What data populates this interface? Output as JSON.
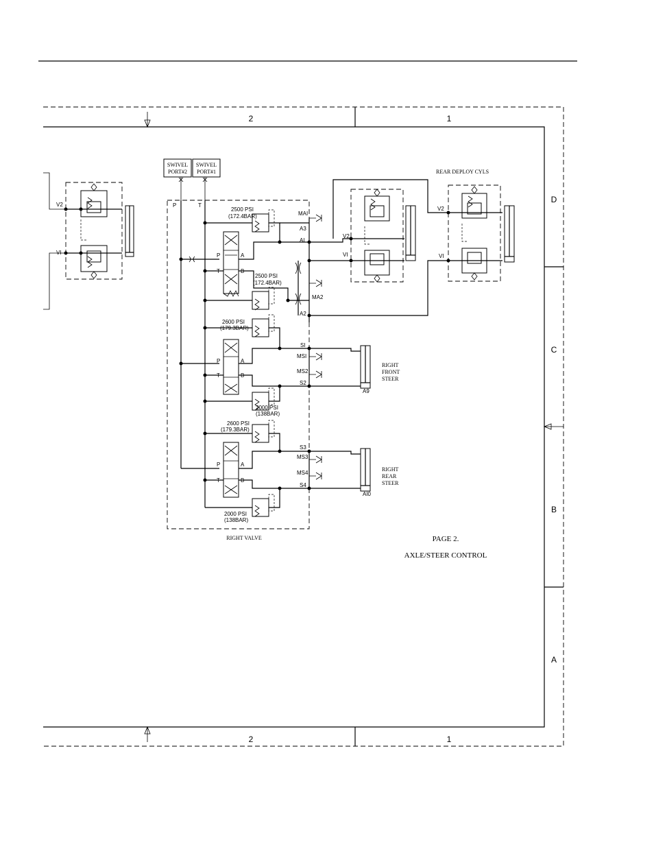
{
  "frame": {
    "top_zones": [
      "2",
      "1"
    ],
    "bottom_zones": [
      "2",
      "1"
    ],
    "side_zones": [
      "D",
      "C",
      "B",
      "A"
    ]
  },
  "swivel": {
    "port2_line1": "SWIVEL",
    "port2_line2": "PORT#2",
    "port1_line1": "SWIVEL",
    "port1_line2": "PORT#1",
    "p_label": "P",
    "t_label": "T"
  },
  "left_cyl": {
    "v2": "V2",
    "v1": "VI"
  },
  "rear_deploy": {
    "title": "REAR DEPLOY CYLS",
    "v2a": "V2",
    "v1a": "VI",
    "v2b": "V2",
    "v1b": "VI"
  },
  "right_valve": {
    "label": "RIGHT VALVE",
    "relief1": {
      "psi": "2500 PSI",
      "bar": "(172.4BAR)"
    },
    "relief2": {
      "psi": "2500 PSI",
      "bar": "(172.4BAR)"
    },
    "relief3": {
      "psi": "2600 PSI",
      "bar": "(179.3BAR)"
    },
    "relief4": {
      "psi": "2000 PSI",
      "bar": "(138BAR)"
    },
    "relief5": {
      "psi": "2600 PSI",
      "bar": "(179.3BAR)"
    },
    "relief6": {
      "psi": "2000 PSI",
      "bar": "(138BAR)"
    },
    "spool_p": "P",
    "spool_a": "A",
    "spool_t": "T",
    "spool_b": "B"
  },
  "ports": {
    "ma1": "MAI",
    "a3": "A3",
    "a1": "AI",
    "ma2": "MA2",
    "a2": "A2",
    "s1": "SI",
    "ms1": "MSI",
    "ms2": "MS2",
    "s2": "S2",
    "s3": "S3",
    "ms3": "MS3",
    "ms4": "MS4",
    "s4": "S4"
  },
  "front_steer": {
    "line1": "RIGHT",
    "line2": "FRONT",
    "line3": "STEER",
    "tag": "A9"
  },
  "rear_steer": {
    "line1": "RIGHT",
    "line2": "REAR",
    "line3": "STEER",
    "tag": "AI0"
  },
  "page": {
    "page_label": "PAGE 2.",
    "section": "AXLE/STEER CONTROL"
  }
}
